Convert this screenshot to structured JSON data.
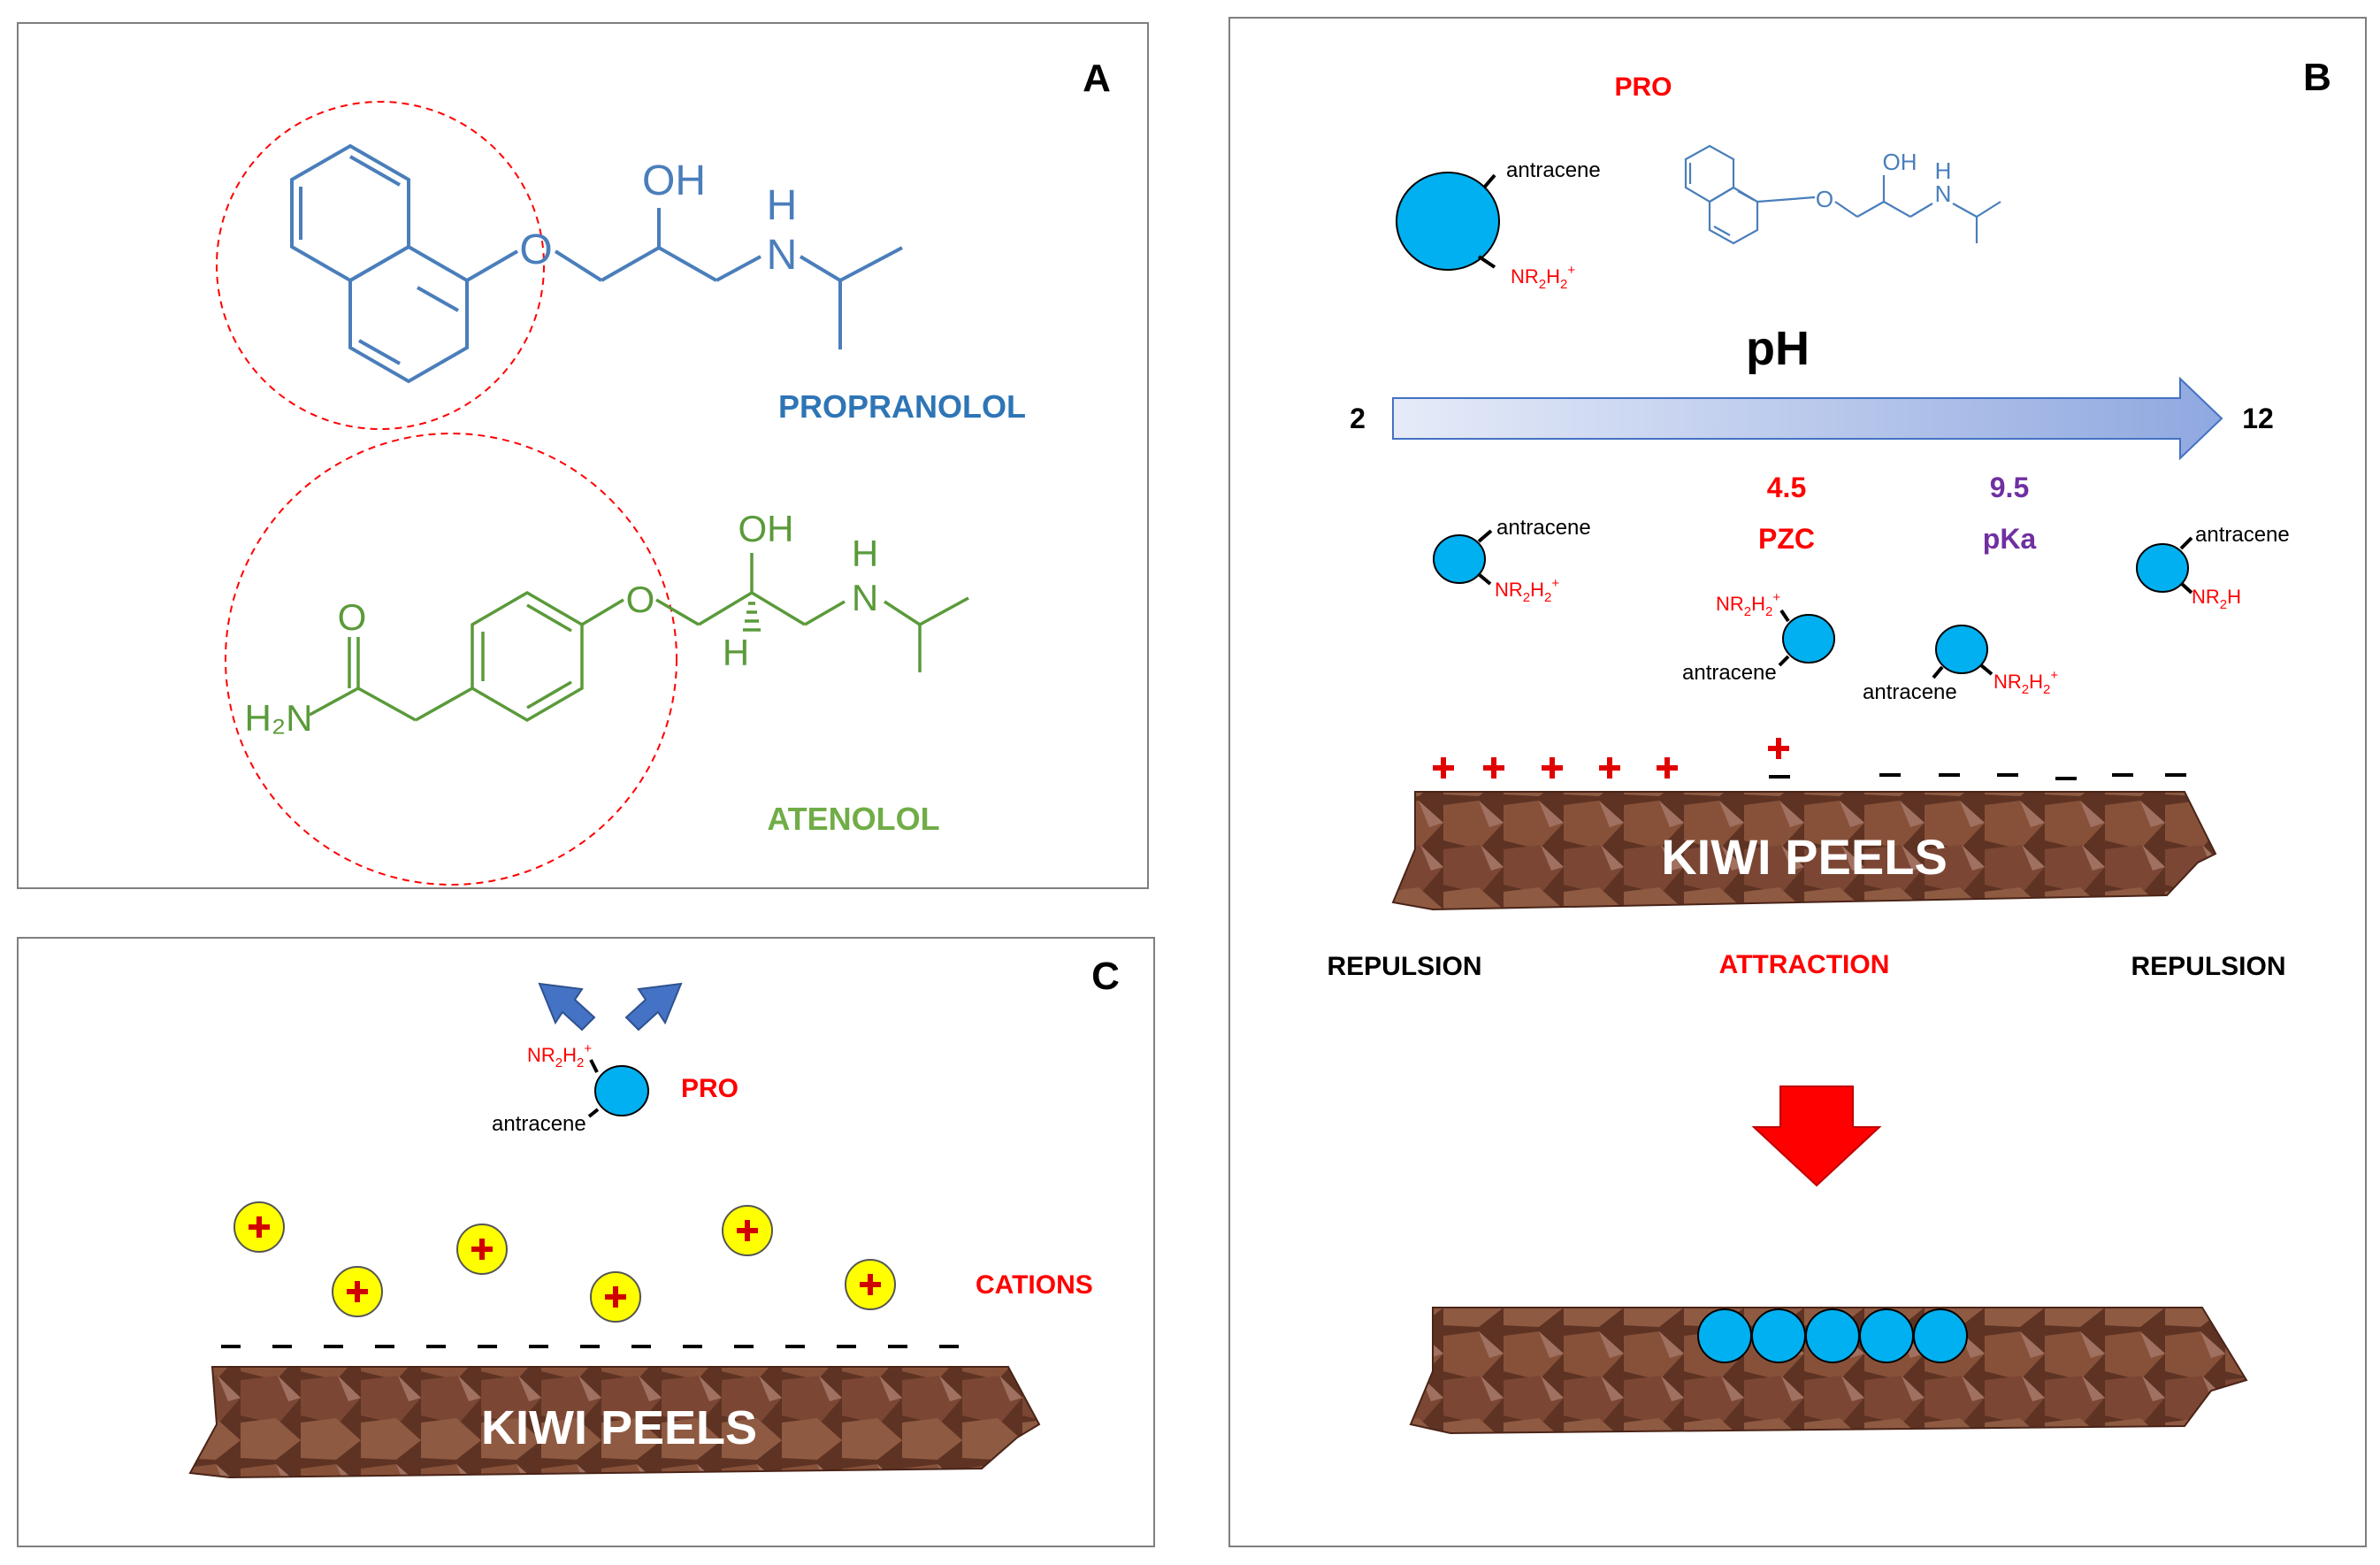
{
  "panel_a": {
    "label": "A",
    "propranolol": {
      "name": "PROPRANOLOL",
      "oh": "OH",
      "o": "O",
      "n": "N",
      "h": "H"
    },
    "atenolol": {
      "name": "ATENOLOL",
      "oh": "OH",
      "o": "O",
      "n": "N",
      "h_amine": "H",
      "h_stereo": "H",
      "o_carbonyl": "O",
      "amide": "H₂N"
    }
  },
  "panel_b": {
    "label": "B",
    "pro_label": "PRO",
    "ph_title": "pH",
    "ph_min": "2",
    "ph_max": "12",
    "pzc_value": "4.5",
    "pzc_label": "PZC",
    "pka_value": "9.5",
    "pka_label": "pKa",
    "antracene": "antracene",
    "nr2h2_base": "NR",
    "nr2h2_sub": "2",
    "nr2h2_h": "H",
    "nr2h2_sub2": "2",
    "nr2h2_sup": "+",
    "nr2h_text": "NR",
    "nr2h_sub": "2",
    "nr2h_h": "H",
    "mol_o": "O",
    "mol_oh": "OH",
    "mol_n": "N",
    "mol_h": "H",
    "kiwi_label": "KIWI PEELS",
    "repulsion_left": "REPULSION",
    "attraction": "ATTRACTION",
    "repulsion_right": "REPULSION",
    "plus": "+"
  },
  "panel_c": {
    "label": "C",
    "pro_label": "PRO",
    "antracene": "antracene",
    "nr2h2_base": "NR",
    "nr2h2_sub": "2",
    "nr2h2_h": "H",
    "nr2h2_sub2": "2",
    "nr2h2_sup": "+",
    "cations_label": "CATIONS",
    "kiwi_label": "KIWI PEELS"
  },
  "colors": {
    "propranolol": "#2e75b6",
    "propranolol_structure": "#4a7ebb",
    "atenolol": "#70ad47",
    "atenolol_structure": "#5a9a3a",
    "red": "#ff0000",
    "purple": "#7030a0",
    "molecule_fill": "#00b0f0",
    "cation_fill": "#ffff00",
    "peel": "#6b3a28",
    "arrow_blue": "#4472c4"
  }
}
